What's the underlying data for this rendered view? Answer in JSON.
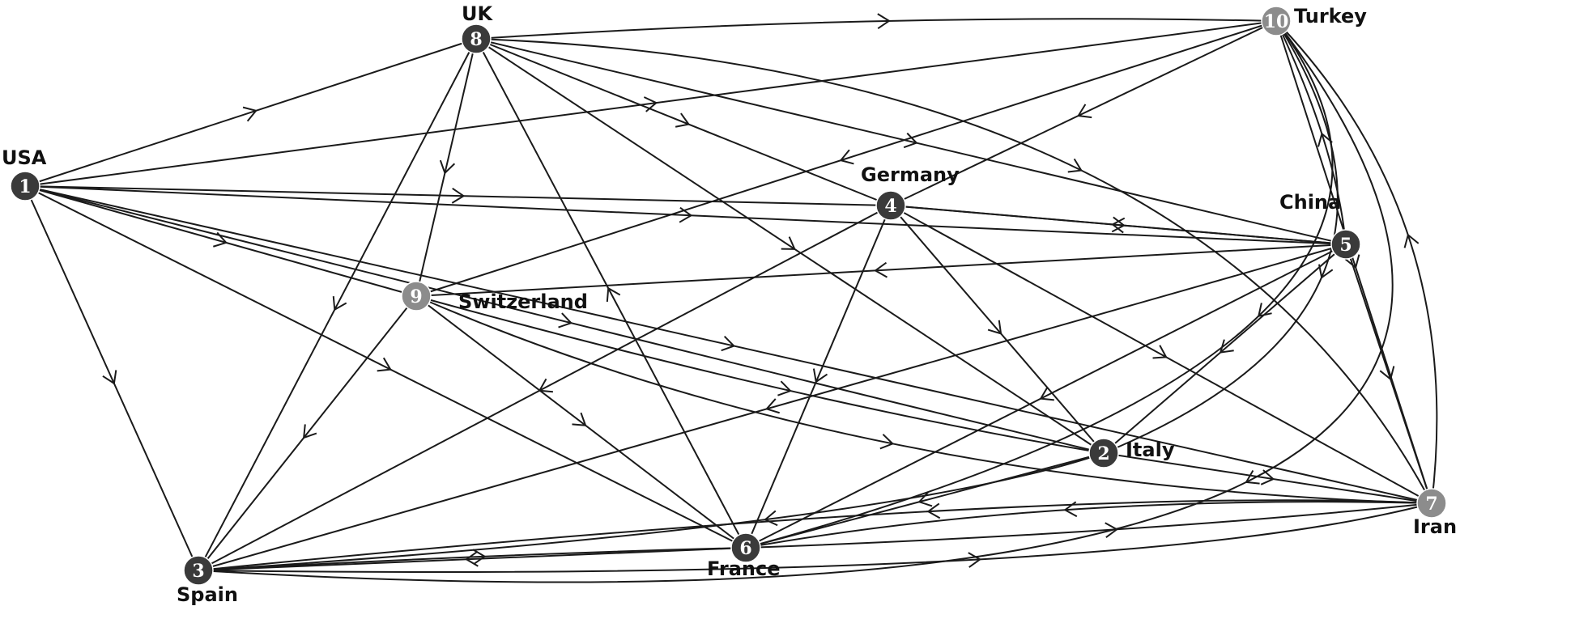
{
  "colors": {
    "dark_node": "#3a3a3a",
    "light_node": "#8c8c8c",
    "edge": "#1a1a1a",
    "background": "#ffffff"
  },
  "nodes": [
    {
      "id": "1",
      "number": "1",
      "label": "USA",
      "shade": "dark"
    },
    {
      "id": "2",
      "number": "2",
      "label": "Italy",
      "shade": "dark"
    },
    {
      "id": "3",
      "number": "3",
      "label": "Spain",
      "shade": "dark"
    },
    {
      "id": "4",
      "number": "4",
      "label": "Germany",
      "shade": "dark"
    },
    {
      "id": "5",
      "number": "5",
      "label": "China",
      "shade": "dark"
    },
    {
      "id": "6",
      "number": "6",
      "label": "France",
      "shade": "dark"
    },
    {
      "id": "7",
      "number": "7",
      "label": "Iran",
      "shade": "light"
    },
    {
      "id": "8",
      "number": "8",
      "label": "UK",
      "shade": "dark"
    },
    {
      "id": "9",
      "number": "9",
      "label": "Switzerland",
      "shade": "light"
    },
    {
      "id": "10",
      "number": "10",
      "label": "Turkey",
      "shade": "light"
    }
  ],
  "edges": [
    {
      "from": "1",
      "to": "8"
    },
    {
      "from": "1",
      "to": "10"
    },
    {
      "from": "1",
      "to": "4"
    },
    {
      "from": "1",
      "to": "5"
    },
    {
      "from": "1",
      "to": "9"
    },
    {
      "from": "1",
      "to": "2"
    },
    {
      "from": "1",
      "to": "7"
    },
    {
      "from": "1",
      "to": "6"
    },
    {
      "from": "1",
      "to": "3"
    },
    {
      "from": "8",
      "to": "10"
    },
    {
      "from": "8",
      "to": "4"
    },
    {
      "from": "8",
      "to": "5"
    },
    {
      "from": "8",
      "to": "2"
    },
    {
      "from": "8",
      "to": "7"
    },
    {
      "from": "8",
      "to": "9"
    },
    {
      "from": "8",
      "to": "3"
    },
    {
      "from": "6",
      "to": "8"
    },
    {
      "from": "10",
      "to": "9"
    },
    {
      "from": "10",
      "to": "4"
    },
    {
      "from": "10",
      "to": "7"
    },
    {
      "from": "10",
      "to": "2"
    },
    {
      "from": "10",
      "to": "3"
    },
    {
      "from": "10",
      "to": "6"
    },
    {
      "from": "5",
      "to": "10"
    },
    {
      "from": "7",
      "to": "10"
    },
    {
      "from": "4",
      "to": "5"
    },
    {
      "from": "4",
      "to": "2"
    },
    {
      "from": "4",
      "to": "7"
    },
    {
      "from": "4",
      "to": "6"
    },
    {
      "from": "4",
      "to": "3"
    },
    {
      "from": "5",
      "to": "4"
    },
    {
      "from": "5",
      "to": "9"
    },
    {
      "from": "5",
      "to": "3"
    },
    {
      "from": "5",
      "to": "6"
    },
    {
      "from": "5",
      "to": "2"
    },
    {
      "from": "5",
      "to": "7"
    },
    {
      "from": "9",
      "to": "2"
    },
    {
      "from": "9",
      "to": "7"
    },
    {
      "from": "9",
      "to": "6"
    },
    {
      "from": "9",
      "to": "3"
    },
    {
      "from": "2",
      "to": "7"
    },
    {
      "from": "2",
      "to": "3"
    },
    {
      "from": "2",
      "to": "6"
    },
    {
      "from": "6",
      "to": "7"
    },
    {
      "from": "7",
      "to": "6"
    },
    {
      "from": "3",
      "to": "7"
    },
    {
      "from": "7",
      "to": "3"
    },
    {
      "from": "3",
      "to": "6"
    },
    {
      "from": "6",
      "to": "3"
    }
  ]
}
